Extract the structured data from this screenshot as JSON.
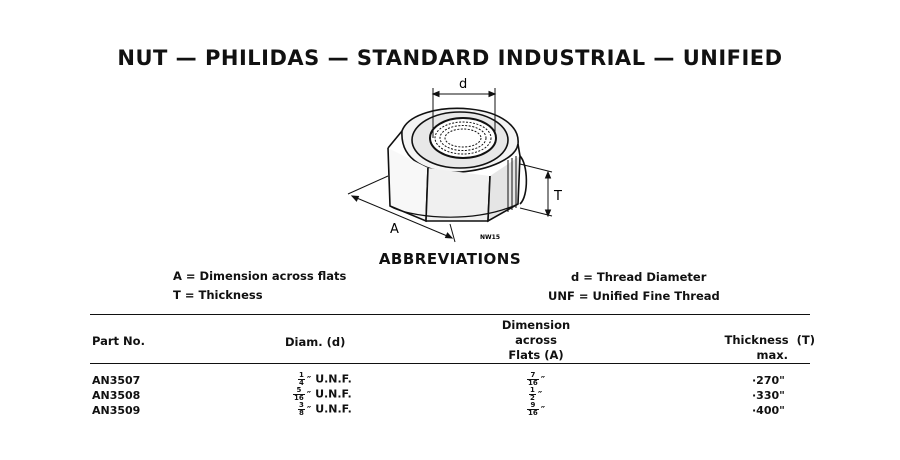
{
  "title": "NUT — PHILIDAS — STANDARD INDUSTRIAL — UNIFIED",
  "diagram": {
    "label_d": "d",
    "label_t": "T",
    "label_a": "A",
    "code": "NW15"
  },
  "abbreviations": {
    "heading": "ABBREVIATIONS",
    "items": [
      "A = Dimension across flats",
      "T = Thickness",
      "d = Thread Diameter",
      "UNF = Unified Fine Thread"
    ]
  },
  "table": {
    "headers": {
      "part_no": "Part No.",
      "diam": "Diam. (d)",
      "dim_line1": "Dimension",
      "dim_line2": "across",
      "dim_line3": "Flats (A)",
      "thick_line1": "Thickness  (T)",
      "thick_line2": "max."
    },
    "rows": [
      {
        "part_no": "AN3507",
        "diam_num": "1",
        "diam_den": "4",
        "diam_unit": "U.N.F.",
        "flats_num": "7",
        "flats_den": "16",
        "thickness": "·270\""
      },
      {
        "part_no": "AN3508",
        "diam_num": "5",
        "diam_den": "16",
        "diam_unit": "U.N.F.",
        "flats_num": "1",
        "flats_den": "2",
        "thickness": "·330\""
      },
      {
        "part_no": "AN3509",
        "diam_num": "3",
        "diam_den": "8",
        "diam_unit": "U.N.F.",
        "flats_num": "9",
        "flats_den": "16",
        "thickness": "·400\""
      }
    ]
  }
}
